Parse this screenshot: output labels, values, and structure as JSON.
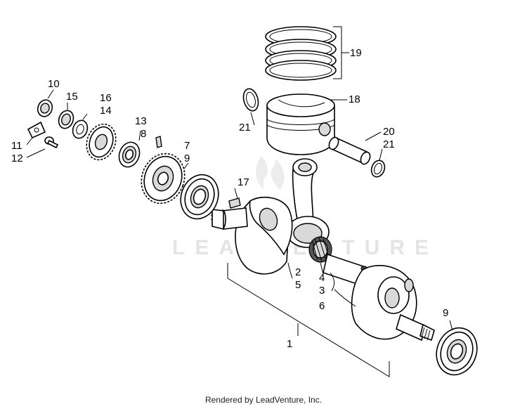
{
  "watermark": "LEADVENTURE",
  "footer": "Rendered by LeadVenture, Inc.",
  "callouts": {
    "c1": "1",
    "c2": "2",
    "c3": "3",
    "c4": "4",
    "c5": "5",
    "c6": "6",
    "c7": "7",
    "c8": "8",
    "c9a": "9",
    "c9b": "9",
    "c10": "10",
    "c11": "11",
    "c12": "12",
    "c13": "13",
    "c14": "14",
    "c15": "15",
    "c16": "16",
    "c17": "17",
    "c18": "18",
    "c19": "19",
    "c20": "20",
    "c21a": "21",
    "c21b": "21"
  }
}
